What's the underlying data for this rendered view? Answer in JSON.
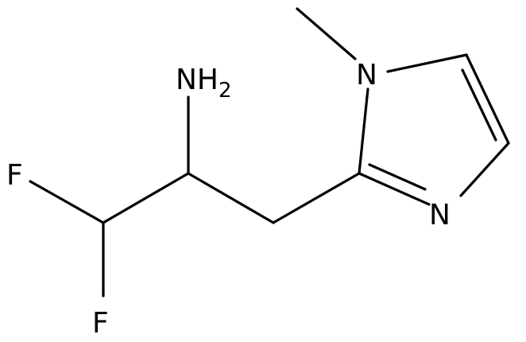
{
  "molecule": {
    "atoms": {
      "amine": {
        "symbol": "NH",
        "subscript": "2"
      },
      "fluorine_top": {
        "symbol": "F"
      },
      "fluorine_bottom": {
        "symbol": "F"
      },
      "imidazole_n_methyl": {
        "symbol": "N"
      },
      "imidazole_n_ring": {
        "symbol": "N"
      }
    }
  },
  "colors": {
    "ink": "#000000",
    "background": "#ffffff"
  }
}
